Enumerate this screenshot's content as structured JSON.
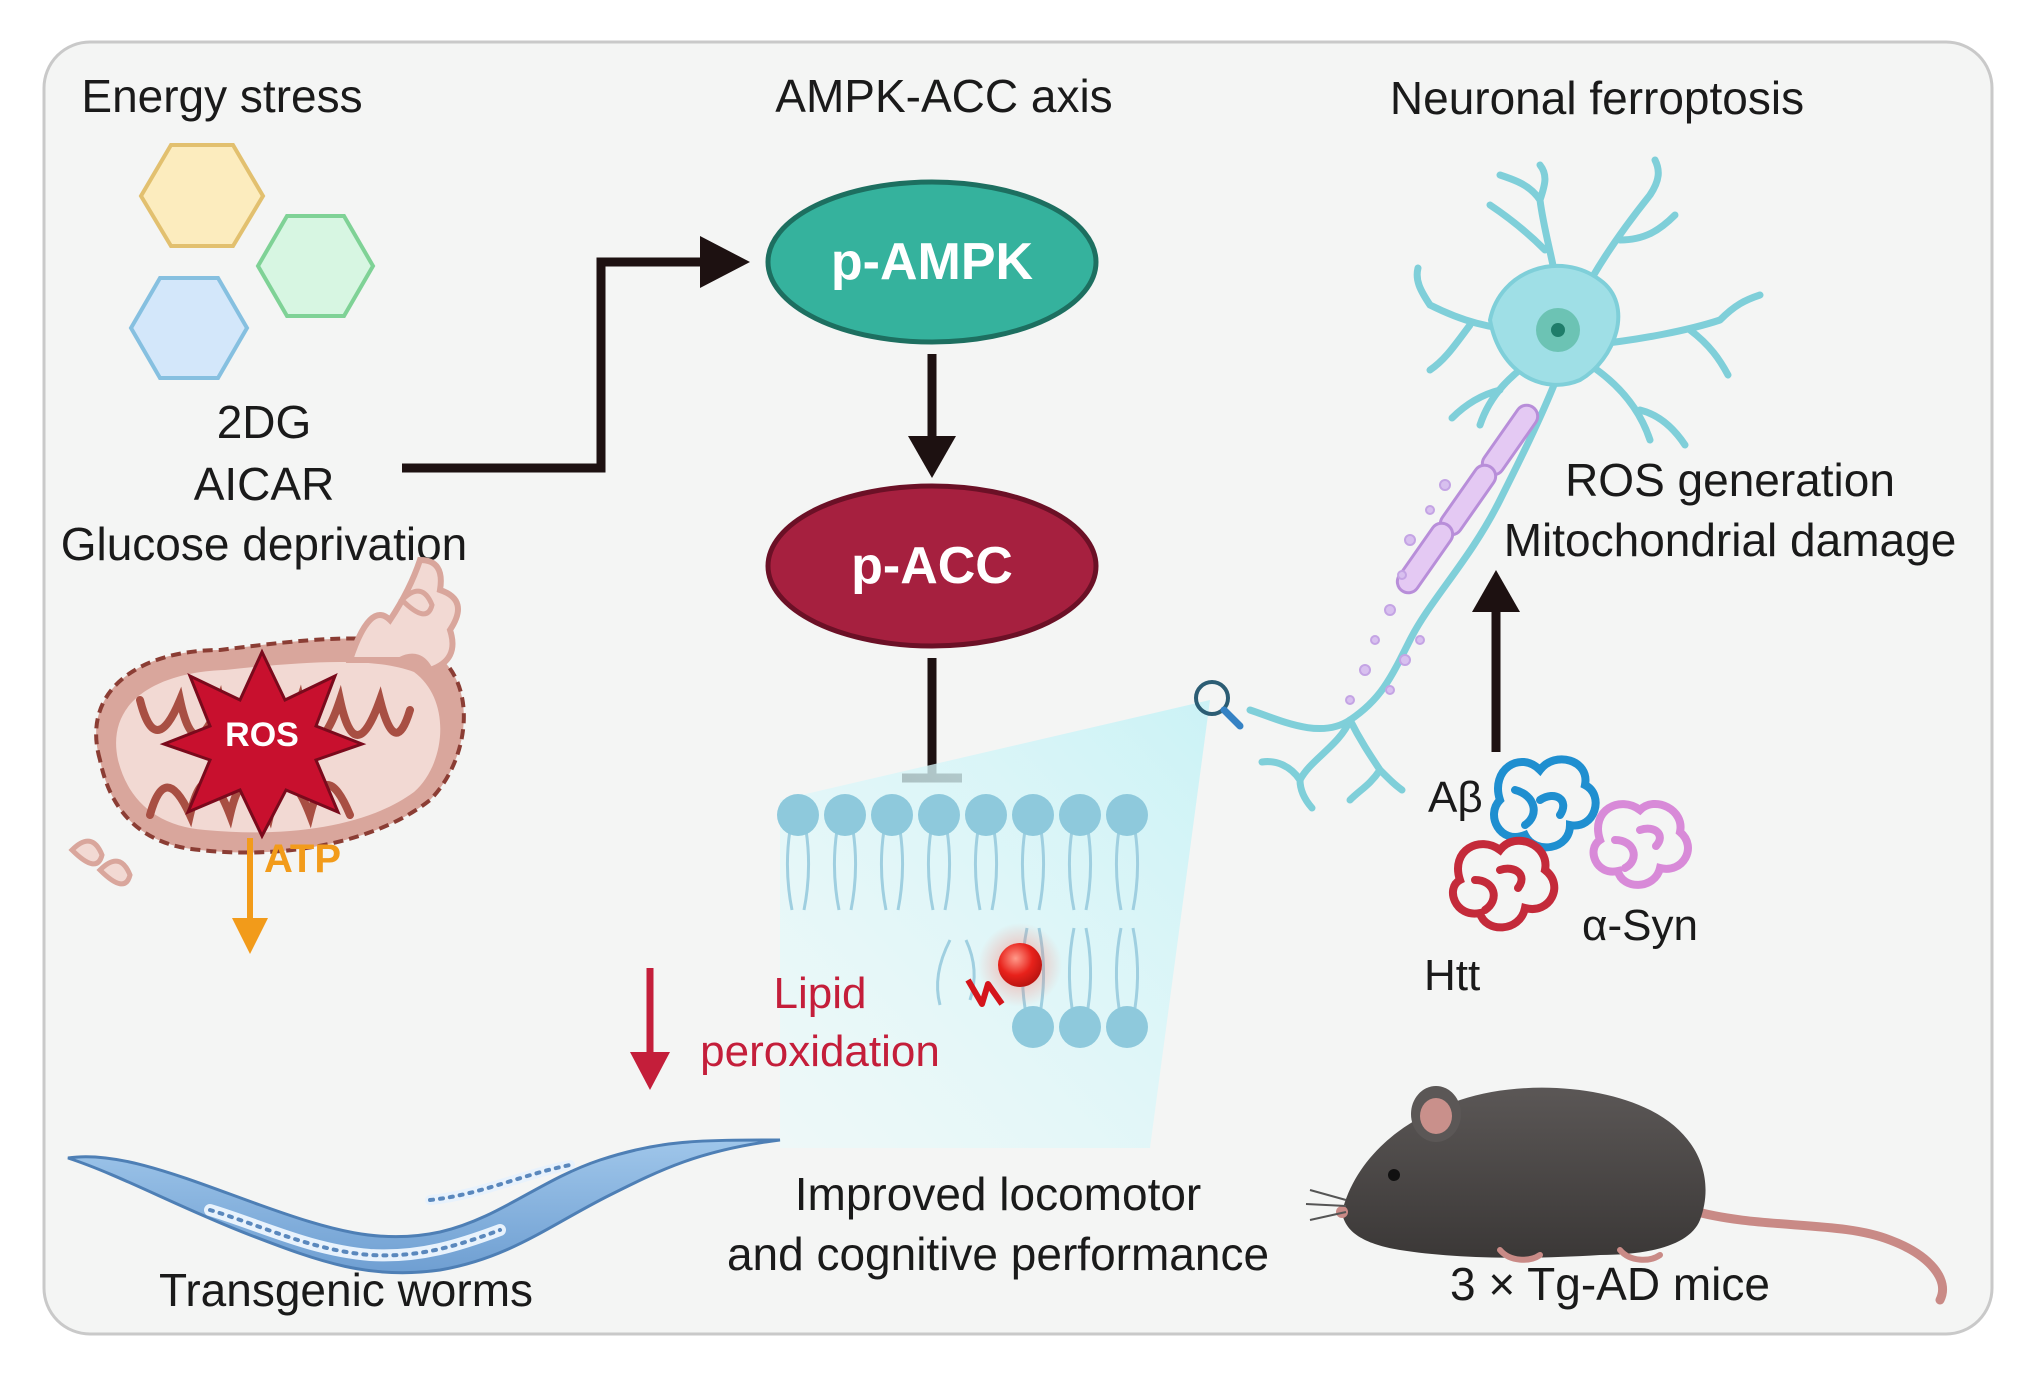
{
  "headers": {
    "energy_stress": "Energy stress",
    "ampk_axis": "AMPK-ACC axis",
    "ferroptosis": "Neuronal ferroptosis"
  },
  "stressors": {
    "line1": "2DG",
    "line2": "AICAR",
    "line3": "Glucose deprivation"
  },
  "nodes": {
    "p_ampk": "p-AMPK",
    "p_acc": "p-ACC"
  },
  "mito": {
    "ros": "ROS",
    "atp": "ATP"
  },
  "lipid": {
    "line1": "Lipid",
    "line2": "peroxidation"
  },
  "damage": {
    "line1": "ROS generation",
    "line2": "Mitochondrial damage"
  },
  "proteins": {
    "abeta": "Aβ",
    "htt": "Htt",
    "asyn": "α-Syn"
  },
  "outcomes": {
    "worms": "Transgenic worms",
    "improved_line1": "Improved locomotor",
    "improved_line2": "and cognitive performance",
    "mice": "3 × Tg-AD mice"
  },
  "colors": {
    "panel_bg": "#f4f5f4",
    "ampk_fill": "#35b29d",
    "acc_fill": "#a6203f",
    "ros_red": "#c8102e",
    "atp_orange": "#f29b1a",
    "lipid_red": "#c41e3a",
    "membrane_blue": "#8ec9dc",
    "neuron_teal": "#7fcfd9",
    "dark_arrow": "#1d1111"
  }
}
